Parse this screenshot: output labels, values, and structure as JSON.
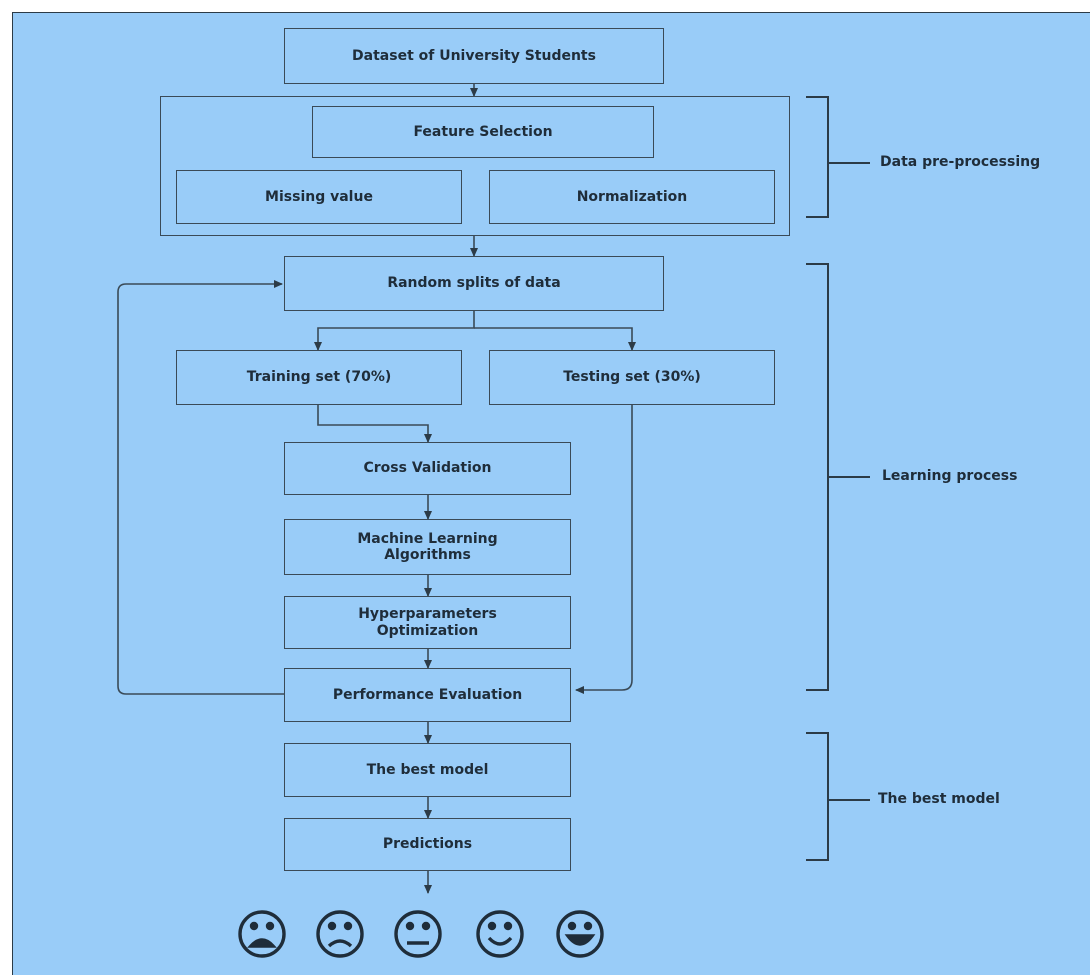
{
  "nodes": {
    "dataset": "Dataset of University Students",
    "feature_selection": "Feature Selection",
    "missing_value": "Missing value",
    "normalization": "Normalization",
    "random_splits": "Random splits of data",
    "training_set": "Training set (70%)",
    "testing_set": "Testing set (30%)",
    "cross_validation": "Cross Validation",
    "ml_algorithms": "Machine Learning Algorithms",
    "hyperparameters": "Hyperparameters Optimization",
    "performance": "Performance Evaluation",
    "best_model": "The best model",
    "predictions": "Predictions"
  },
  "stages": {
    "preprocessing": "Data pre-processing",
    "learning": "Learning process",
    "best_model": "The best model"
  },
  "outcomes": [
    "very-sad-face-icon",
    "sad-face-icon",
    "neutral-face-icon",
    "smiling-face-icon",
    "happy-face-icon"
  ],
  "colors": {
    "background": "#99ccf8",
    "stroke": "#3a4a57",
    "text": "#1f2d3a"
  }
}
